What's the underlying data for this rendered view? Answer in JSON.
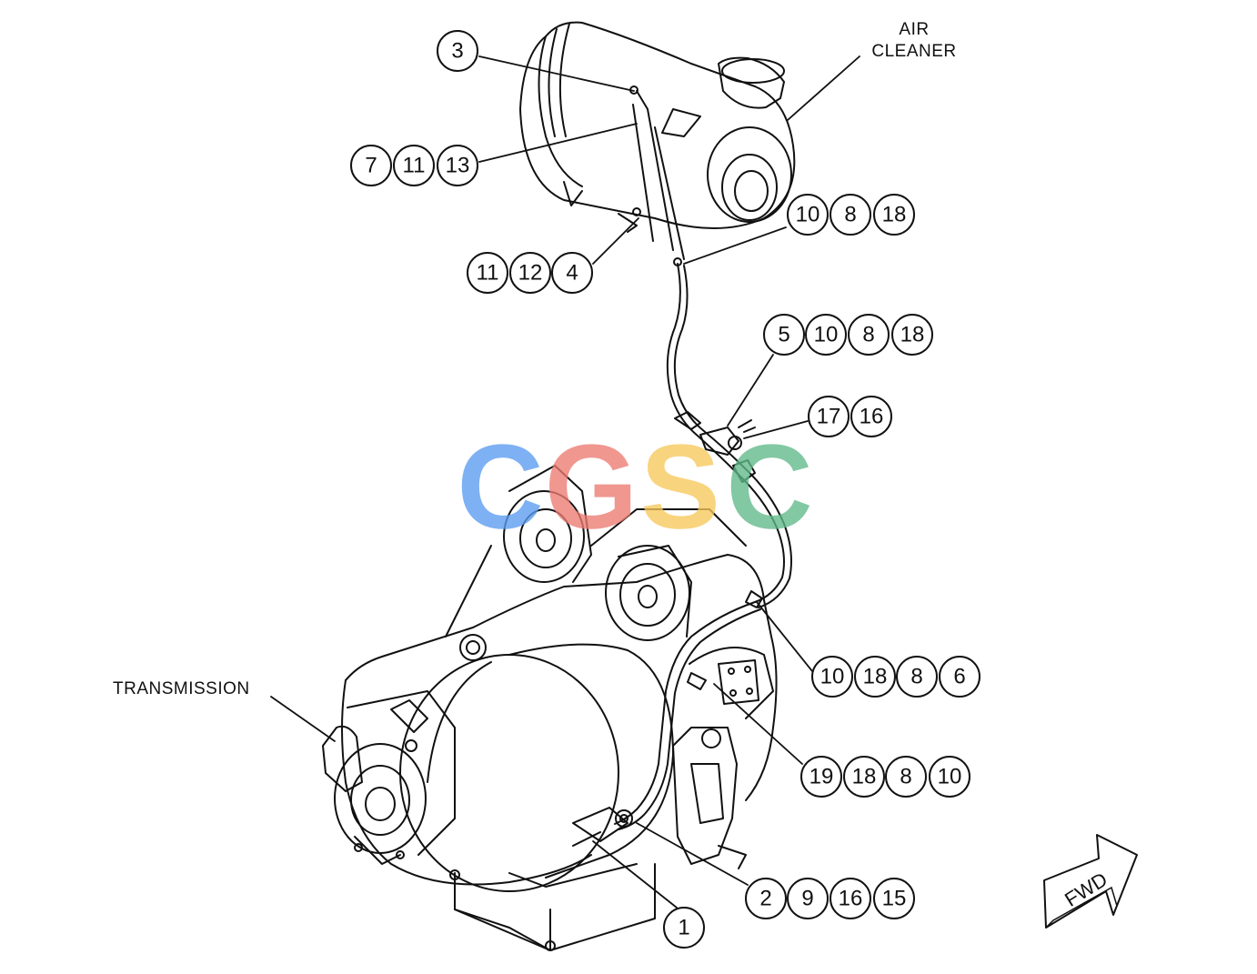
{
  "labels": {
    "air_cleaner_line1": "AIR",
    "air_cleaner_line2": "CLEANER",
    "transmission": "TRANSMISSION",
    "fwd": "FWD"
  },
  "watermark": {
    "letters": [
      "C",
      "G",
      "S",
      "C"
    ],
    "colors": [
      "#5b9cf0",
      "#ec7b72",
      "#f7c85a",
      "#5fb98a"
    ]
  },
  "callouts": {
    "c_3": [
      "3"
    ],
    "c_7_11_13": [
      "7",
      "11",
      "13"
    ],
    "c_11_12_4": [
      "11",
      "12",
      "4"
    ],
    "c_10_8_18": [
      "10",
      "8",
      "18"
    ],
    "c_5_10_8_18": [
      "5",
      "10",
      "8",
      "18"
    ],
    "c_17_16": [
      "17",
      "16"
    ],
    "c_10_18_8_6": [
      "10",
      "18",
      "8",
      "6"
    ],
    "c_19_18_8_10": [
      "19",
      "18",
      "8",
      "10"
    ],
    "c_2_9_16_15": [
      "2",
      "9",
      "16",
      "15"
    ],
    "c_1": [
      "1"
    ]
  },
  "colors": {
    "line": "#111111",
    "background": "#ffffff"
  }
}
